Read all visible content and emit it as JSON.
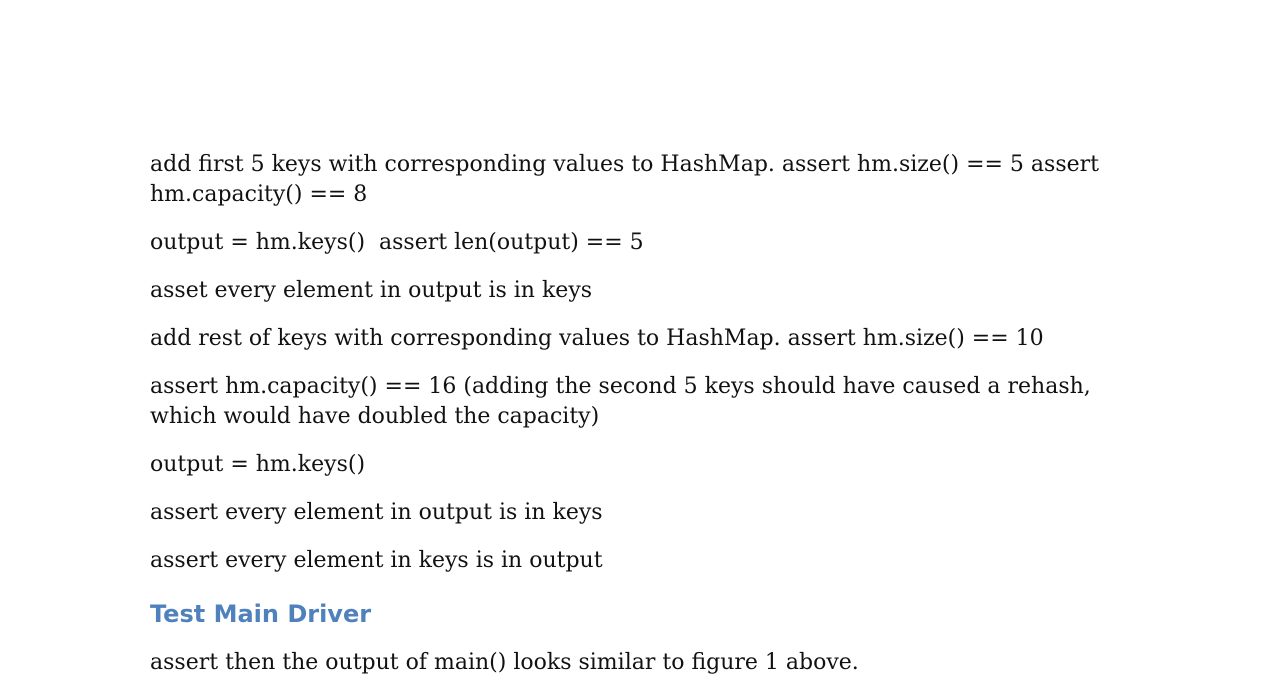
{
  "paragraphs": [
    "add first 5 keys with corresponding values to HashMap. assert hm.size() == 5 assert hm.capacity() == 8",
    "output = hm.keys()  assert len(output) == 5",
    "asset every element in output is in keys",
    "add rest of keys with corresponding values to HashMap. assert hm.size() == 10",
    "assert hm.capacity() == 16 (adding the second 5 keys should have caused a rehash, which would have doubled the capacity)",
    "output = hm.keys()",
    "assert every element in output is in keys",
    "assert every element in keys is in output"
  ],
  "heading": "Test Main Driver",
  "closing": "assert then the output of main() looks similar to figure 1 above.",
  "colors": {
    "heading": "#4f81bd",
    "text": "#111111"
  }
}
